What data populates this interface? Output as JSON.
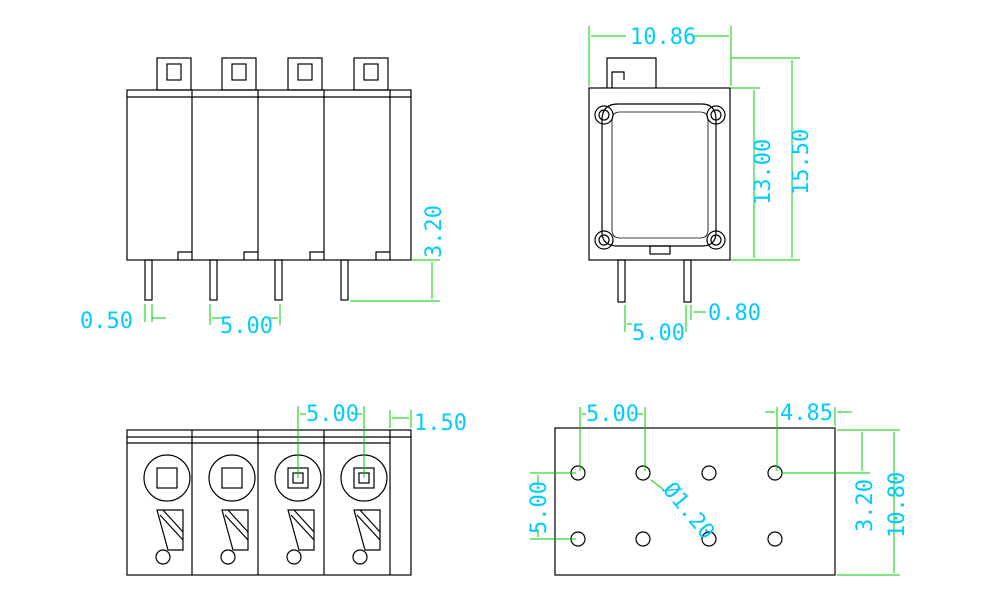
{
  "colors": {
    "line": "#000000",
    "dimension": "#00cc00",
    "text": "#00ccff",
    "background": "#ffffff"
  },
  "front_view": {
    "pin_width": "0.50",
    "pitch": "5.00",
    "pin_length": "3.20"
  },
  "side_view": {
    "width": "10.86",
    "body_height": "13.00",
    "total_height": "15.50",
    "pitch": "5.00",
    "pin_width": "0.80"
  },
  "top_view": {
    "pitch": "5.00",
    "edge": "1.50"
  },
  "pcb_layout": {
    "pitch_x": "5.00",
    "offset": "4.85",
    "row_pitch": "5.00",
    "hole_diameter": "Ø1.20",
    "row_offset": "3.20",
    "depth": "10.80"
  }
}
